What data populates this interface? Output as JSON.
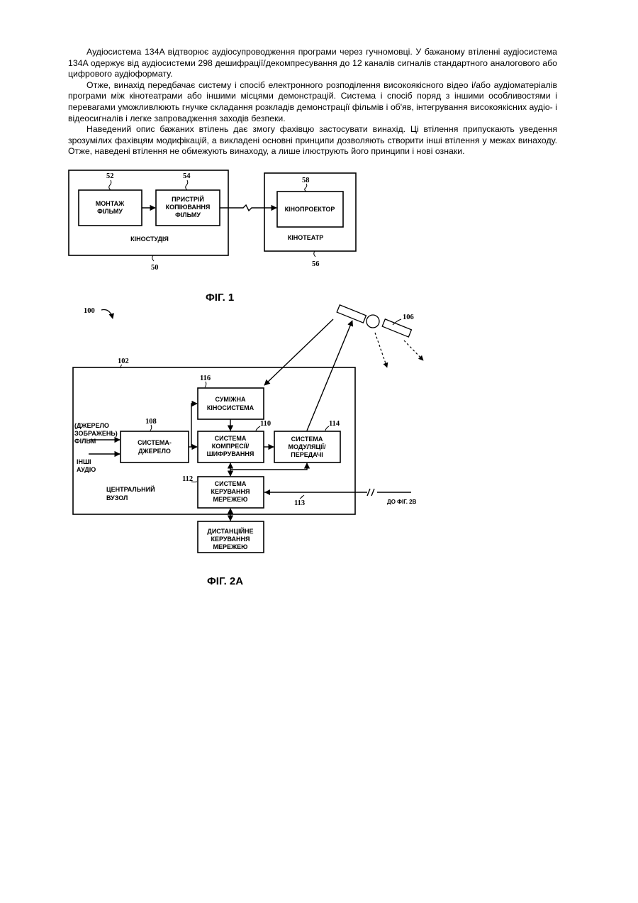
{
  "paragraphs": [
    "Аудіосистема 134A відтворює аудіосупроводження програми через гучномовці. У бажаному втіленні аудіосистема 134A одержує від аудіосистеми 298 дешифрації/декомпресування до 12 каналів сигналів стандартного аналогового або цифрового аудіоформату.",
    "Отже, винахід передбачає систему і спосіб електронного розподілення високоякісного відео і/або аудіоматеріалів програми між кінотеатрами або іншими місцями демонстрацій. Система і спосіб поряд з іншими особливостями і перевагами уможливлюють гнучке складання розкладів демонстрації фільмів і об'яв, інтегрування високоякісних аудіо- і відеосигналів і легке запровадження заходів безпеки.",
    "Наведений опис бажаних втілень дає змогу фахівцю застосувати винахід. Ці втілення припускають уведення зрозумілих фахівцям модифікацій, а викладені основні принципи дозволяють створити інші втілення у межах винаходу. Отже, наведені втілення не обмежують винаходу, а лише ілюструють його принципи і нові ознаки."
  ],
  "fig1": {
    "caption": "ФІГ. 1",
    "studio": {
      "num": "50",
      "label": "КІНОСТУДІЯ"
    },
    "editing": {
      "num": "52",
      "line1": "МОНТАЖ",
      "line2": "ФІЛЬМУ"
    },
    "copier": {
      "num": "54",
      "line1": "ПРИСТРІЙ",
      "line2": "КОПІЮВАННЯ",
      "line3": "ФІЛЬМУ"
    },
    "theater": {
      "num": "56",
      "label": "КІНОТЕАТР"
    },
    "projector": {
      "num": "58",
      "label": "КІНОПРОЕКТОР"
    }
  },
  "fig2a": {
    "caption": "ФІГ. 2А",
    "system_num": "100",
    "satellite_num": "106",
    "central": {
      "num": "102",
      "line1": "ЦЕНТРАЛЬНИЙ",
      "line2": "ВУЗОЛ"
    },
    "inputs": {
      "line1": "(ДЖЕРЕЛО",
      "line2": "ЗОБРАЖЕНЬ)",
      "line3": "ФІЛЬМ",
      "line4": "ІНШІ",
      "line5": "АУДІО"
    },
    "source": {
      "num": "108",
      "line1": "СИСТЕМА-",
      "line2": "ДЖЕРЕЛО"
    },
    "adjacent": {
      "num": "116",
      "line1": "СУМІЖНА",
      "line2": "КІНОСИСТЕМА"
    },
    "compression": {
      "num": "110",
      "line1": "СИСТЕМА",
      "line2": "КОМПРЕСІЇ/",
      "line3": "ШИФРУВАННЯ"
    },
    "modulation": {
      "num": "114",
      "line1": "СИСТЕМА",
      "line2": "МОДУЛЯЦІЇ/",
      "line3": "ПЕРЕДАЧІ"
    },
    "network": {
      "num": "112",
      "line1": "СИСТЕМА",
      "line2": "КЕРУВАННЯ",
      "line3": "МЕРЕЖЕЮ"
    },
    "remote": {
      "line1": "ДИСТАНЦІЙНЕ",
      "line2": "КЕРУВАННЯ",
      "line3": "МЕРЕЖЕЮ"
    },
    "link_num": "113",
    "to_fig": "ДО ФІГ. 2В"
  }
}
